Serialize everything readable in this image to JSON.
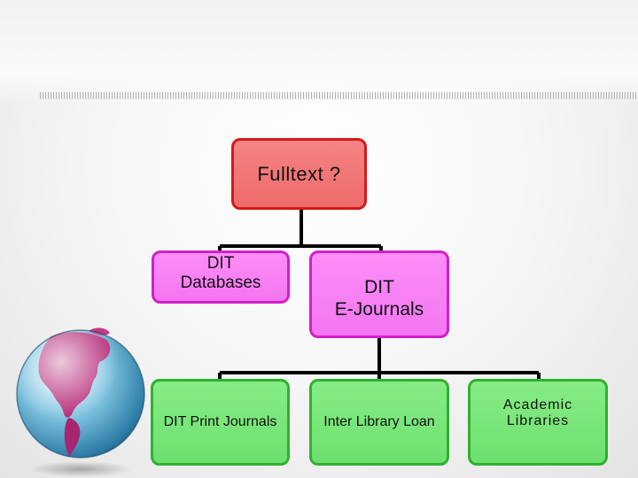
{
  "diagram": {
    "root": {
      "label": "Fulltext ?"
    },
    "children": [
      {
        "label": "DIT\nDatabases"
      },
      {
        "label": "DIT\nE-Journals"
      }
    ],
    "grandchildren": [
      {
        "label": "DIT Print Journals"
      },
      {
        "label": "Inter Library Loan"
      },
      {
        "label": "Academic\nLibraries"
      }
    ]
  },
  "colors": {
    "root_fill": "#f07575",
    "root_border": "#d41919",
    "pink_fill": "#f77ff4",
    "pink_border": "#d11fc8",
    "green_fill": "#78e478",
    "green_border": "#2fb12f",
    "connector": "#000000"
  },
  "decoration": {
    "globe_icon": "globe-icon"
  }
}
